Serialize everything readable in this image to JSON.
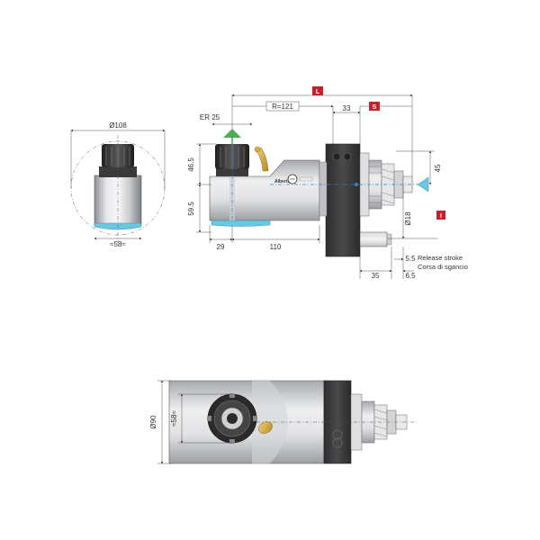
{
  "labels": {
    "L": "L",
    "S": "S",
    "I": "I",
    "r121": "R=121",
    "er25": "ER 25",
    "d33": "33",
    "dia108": "Ø108",
    "dia58_left": "≈58≈",
    "d46_5": "46.5",
    "d59_5": "59.5",
    "d29": "29",
    "d110": "110",
    "d45": "45",
    "dia18": "Ø18",
    "d5_5": "5.5",
    "d35": "35",
    "d6_5": "6.5",
    "dia90": "Ø90",
    "dia58_bottom": "≈58≈",
    "release_en": "Release stroke",
    "release_it": "Corsa di sgancio",
    "brand": "Alberti"
  },
  "colors": {
    "tag_red": "#c8202a",
    "water_blue": "#69c8e0",
    "arrow_green": "#4cae50",
    "coolant_gold": "#c9a43a",
    "axis_blue": "#3a7fbf"
  },
  "icons": {
    "green_arrow": "up-arrow-icon",
    "blue_arrow": "left-arrow-icon"
  }
}
